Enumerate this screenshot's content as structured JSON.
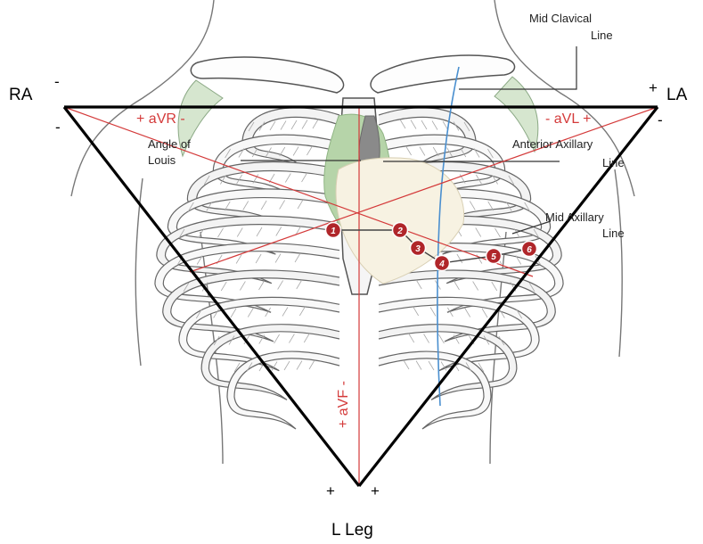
{
  "labels": {
    "mid_clavical_1": "Mid Clavical",
    "mid_clavical_2": "Line",
    "angle_1": "Angle of",
    "angle_2": "Louis",
    "anterior_1": "Anterior Axillary",
    "anterior_2": "Line",
    "mid_axillary_1": "Mid Axillary",
    "mid_axillary_2": "Line",
    "ra": "RA",
    "la": "LA",
    "lleg": "L Leg",
    "avr": "+ aVR -",
    "avl": "- aVL +",
    "avf": "+ aVF -"
  },
  "polarity": {
    "ra_top": "-",
    "ra_bottom": "-",
    "la_top": "+",
    "la_bottom": "-",
    "leg_left": "+",
    "leg_right": "+"
  },
  "electrodes": [
    "1",
    "2",
    "3",
    "4",
    "5",
    "6"
  ],
  "colors": {
    "triangle": "#000000",
    "lead_lines": "#d43a3a",
    "electrode": "#b0262a",
    "midclavicular_line": "#4a8fcf",
    "heart": "#f6f2e4",
    "vessels": "#a9cba0",
    "bone": "#555555"
  }
}
